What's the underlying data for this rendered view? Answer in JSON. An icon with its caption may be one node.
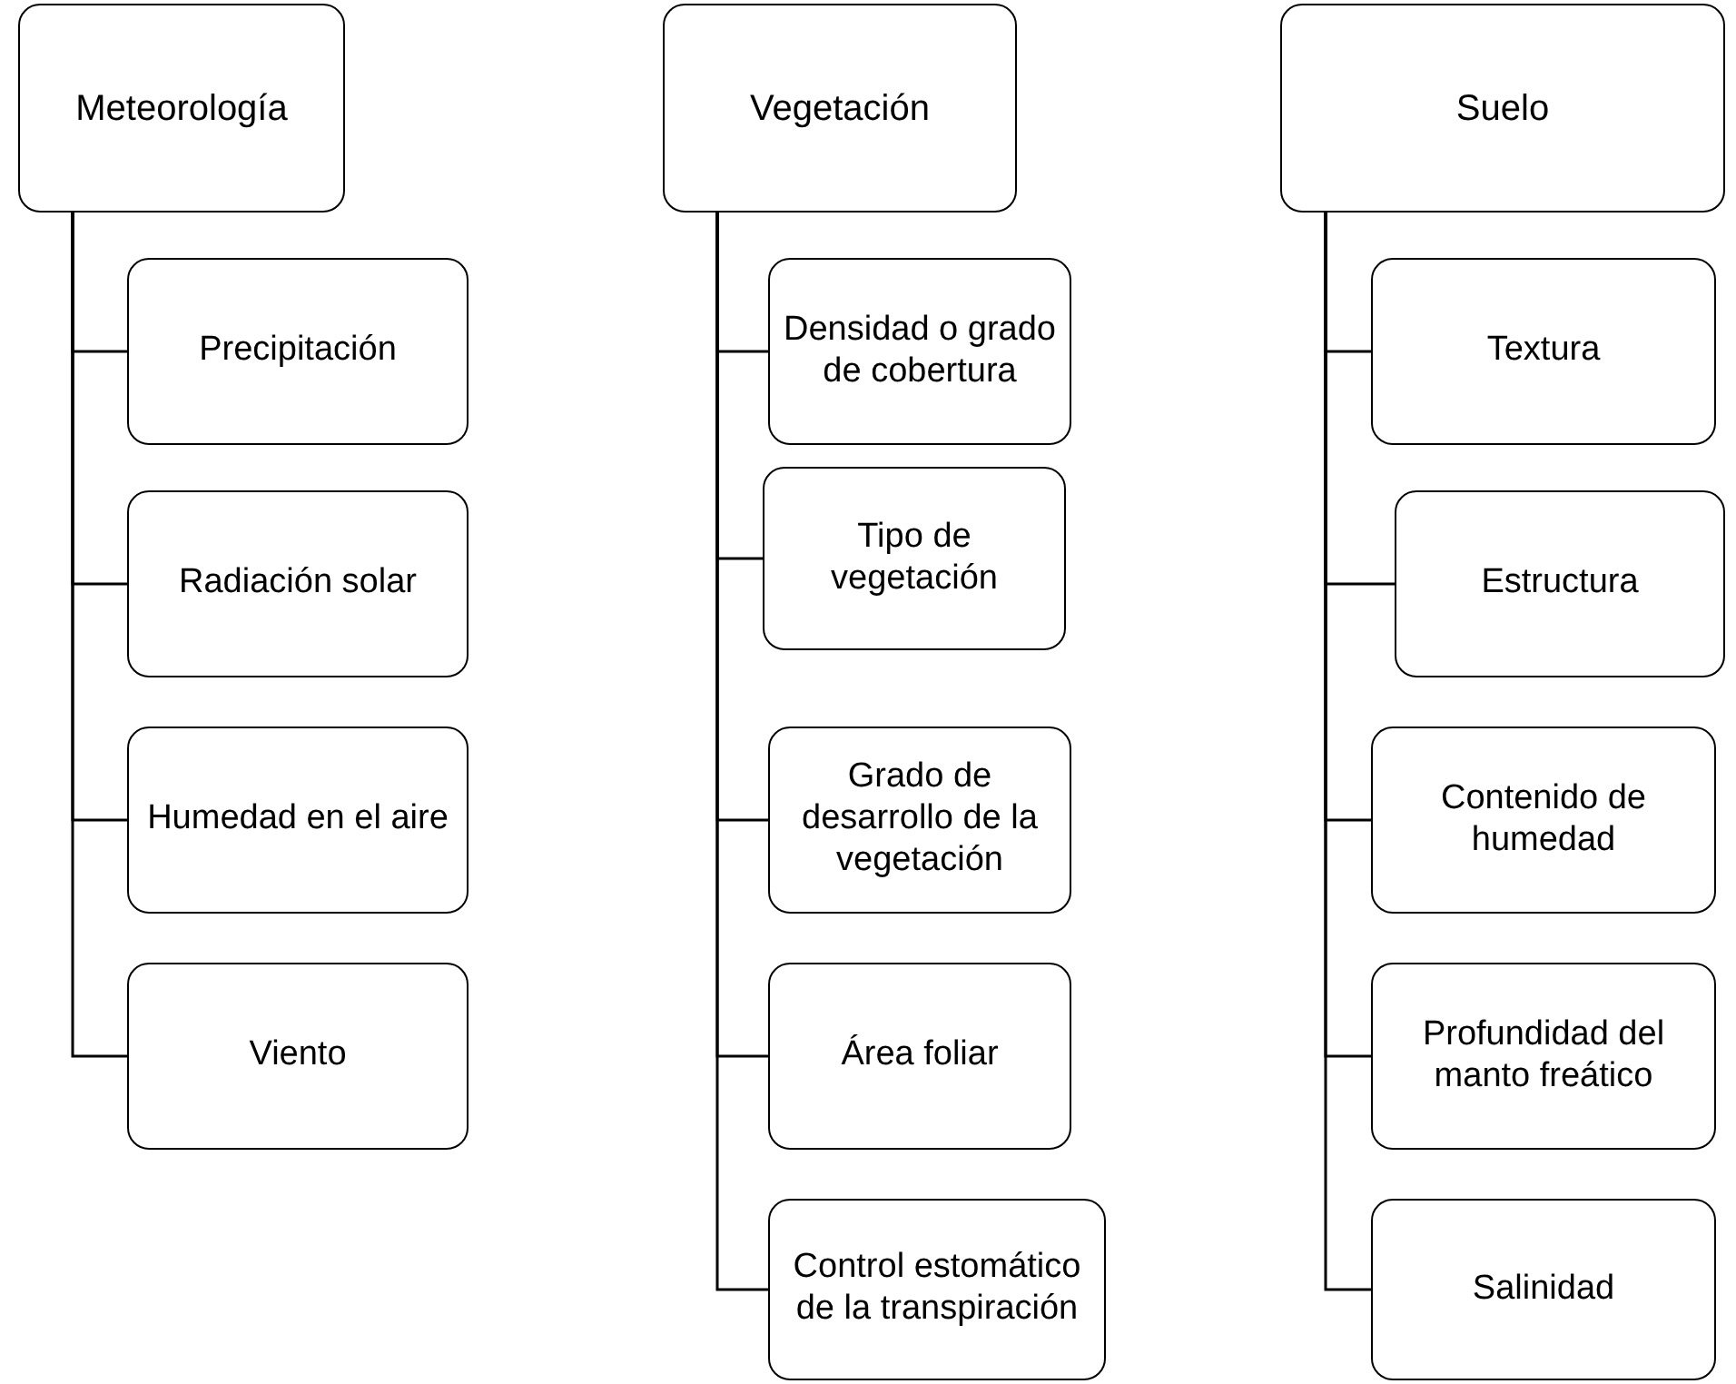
{
  "diagram": {
    "nodes": [
      {
        "text": [
          "Meteorología"
        ]
      },
      {
        "text": [
          "Precipitación"
        ]
      },
      {
        "text": [
          "Radiación solar"
        ]
      },
      {
        "text": [
          "Humedad en el aire"
        ]
      },
      {
        "text": [
          "Viento"
        ]
      },
      {
        "text": [
          "Vegetación"
        ]
      },
      {
        "text": [
          "Densidad o grado de cobertura"
        ]
      },
      {
        "text": [
          "Tipo de vegetación"
        ]
      },
      {
        "text": [
          "Grado de desarrollo de la vegetación"
        ]
      },
      {
        "text": [
          "Área foliar"
        ]
      },
      {
        "text": [
          "Control estomático de la transpiración"
        ]
      },
      {
        "text": [
          "Suelo"
        ]
      },
      {
        "text": [
          "Textura"
        ]
      },
      {
        "text": [
          "Estructura"
        ]
      },
      {
        "text": [
          "Contenido de humedad"
        ]
      },
      {
        "text": [
          "Profundidad del manto freático"
        ]
      },
      {
        "text": [
          "Salinidad"
        ]
      }
    ],
    "edges": [
      {
        "from": 0,
        "to": 1,
        "arrow": "none"
      },
      {
        "from": 0,
        "to": 2,
        "arrow": "none"
      },
      {
        "from": 0,
        "to": 3,
        "arrow": "none"
      },
      {
        "from": 0,
        "to": 4,
        "arrow": "none"
      },
      {
        "from": 5,
        "to": 6,
        "arrow": "none"
      },
      {
        "from": 5,
        "to": 7,
        "arrow": "none"
      },
      {
        "from": 5,
        "to": 8,
        "arrow": "none"
      },
      {
        "from": 5,
        "to": 9,
        "arrow": "none"
      },
      {
        "from": 5,
        "to": 10,
        "arrow": "none"
      },
      {
        "from": 11,
        "to": 12,
        "arrow": "none"
      },
      {
        "from": 11,
        "to": 13,
        "arrow": "none"
      },
      {
        "from": 11,
        "to": 14,
        "arrow": "none"
      },
      {
        "from": 11,
        "to": 15,
        "arrow": "none"
      },
      {
        "from": 11,
        "to": 16,
        "arrow": "none"
      }
    ]
  }
}
